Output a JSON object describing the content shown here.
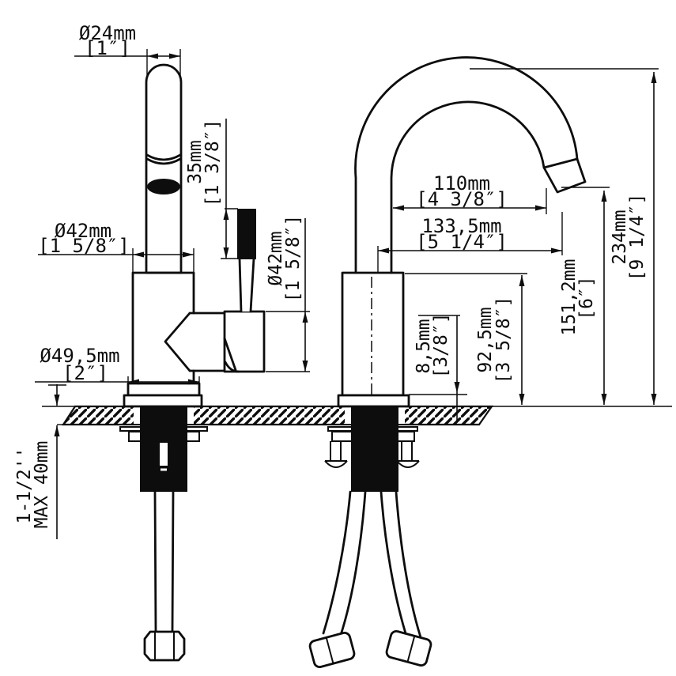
{
  "drawing": {
    "colors": {
      "line": "#0d0d0d",
      "background": "#ffffff"
    },
    "dimensions": {
      "handle_diameter": {
        "metric": "Ø24mm",
        "imperial": "[1″]"
      },
      "grip_height": {
        "metric": "35mm",
        "imperial": "[1 3/8″]"
      },
      "body_diameter": {
        "metric": "Ø42mm",
        "imperial": "[1  5/8″]"
      },
      "valve_diameter": {
        "metric": "Ø42mm",
        "imperial": "[1 5/8″]"
      },
      "base_diameter": {
        "metric": "Ø49,5mm",
        "imperial": "[2″]"
      },
      "deck_max_thickness": {
        "imperial": "1-1/2''",
        "metric": "MAX 40mm"
      },
      "spout_reach": {
        "metric": "110mm",
        "imperial": "[4  3/8″]"
      },
      "overall_reach": {
        "metric": "133,5mm",
        "imperial": "[5  1/4″]"
      },
      "base_plate_height": {
        "metric": "8,5mm",
        "imperial": "[3/8″]"
      },
      "body_height": {
        "metric": "92,5mm",
        "imperial": "[3 5/8″]"
      },
      "outlet_height": {
        "metric": "151,2mm",
        "imperial": "[6″]"
      },
      "overall_height": {
        "metric": "234mm",
        "imperial": "[9 1/4″]"
      }
    }
  }
}
